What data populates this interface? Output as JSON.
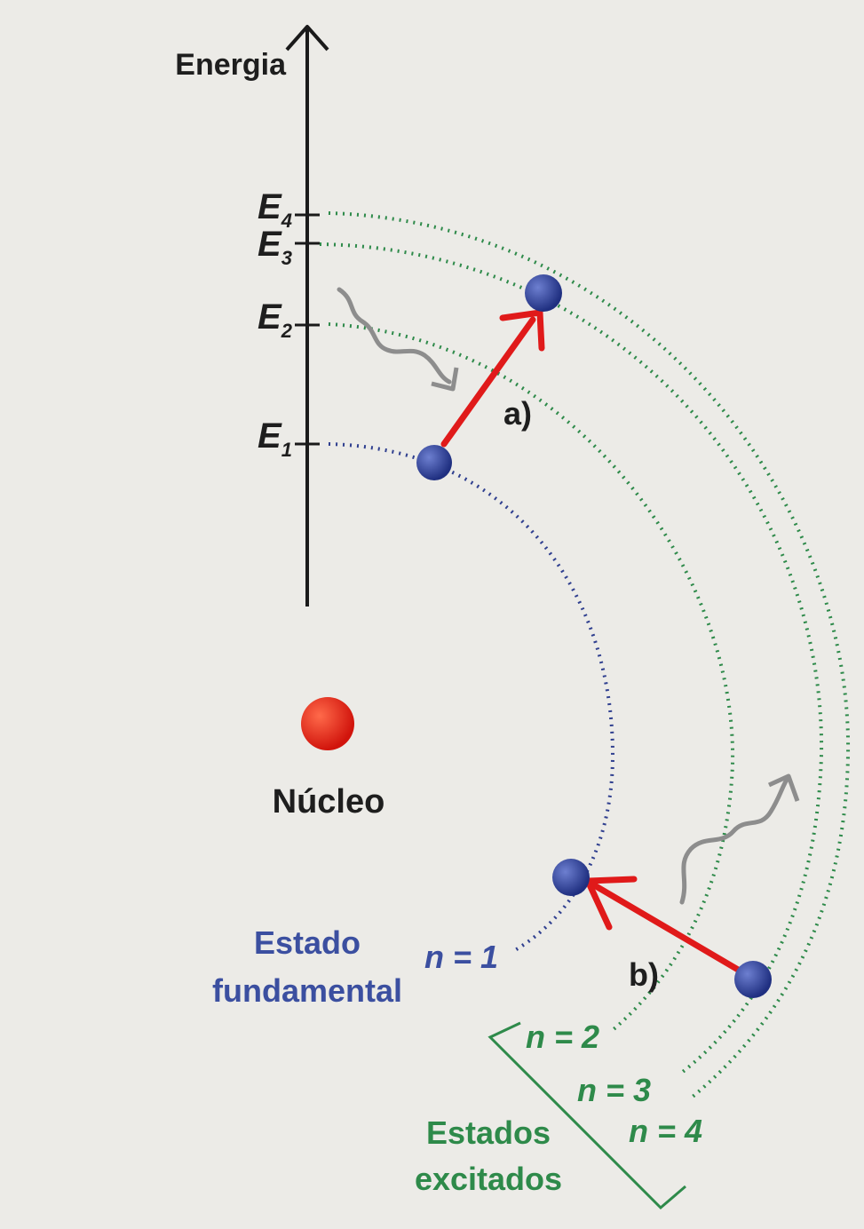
{
  "axis": {
    "label": "Energia"
  },
  "levels": [
    {
      "letter": "E",
      "sub": "1"
    },
    {
      "letter": "E",
      "sub": "2"
    },
    {
      "letter": "E",
      "sub": "3"
    },
    {
      "letter": "E",
      "sub": "4"
    }
  ],
  "nucleus": {
    "label": "Núcleo"
  },
  "transitions": {
    "absorption": "a)",
    "emission": "b)"
  },
  "orbits": {
    "n1": "n = 1",
    "n2": "n = 2",
    "n3": "n = 3",
    "n4": "n = 4"
  },
  "ground_state": {
    "line1": "Estado",
    "line2": "fundamental"
  },
  "excited_states": {
    "line1": "Estados",
    "line2": "excitados"
  },
  "colors": {
    "ground_orbit": "#2f3f8f",
    "excited_orbit": "#2e8a4a",
    "arrow": "#e01a1a",
    "nucleus": "#e21c12",
    "electron": "#2c3f92",
    "ground_text": "#3b4fa0",
    "excited_text": "#2e8a4a"
  }
}
